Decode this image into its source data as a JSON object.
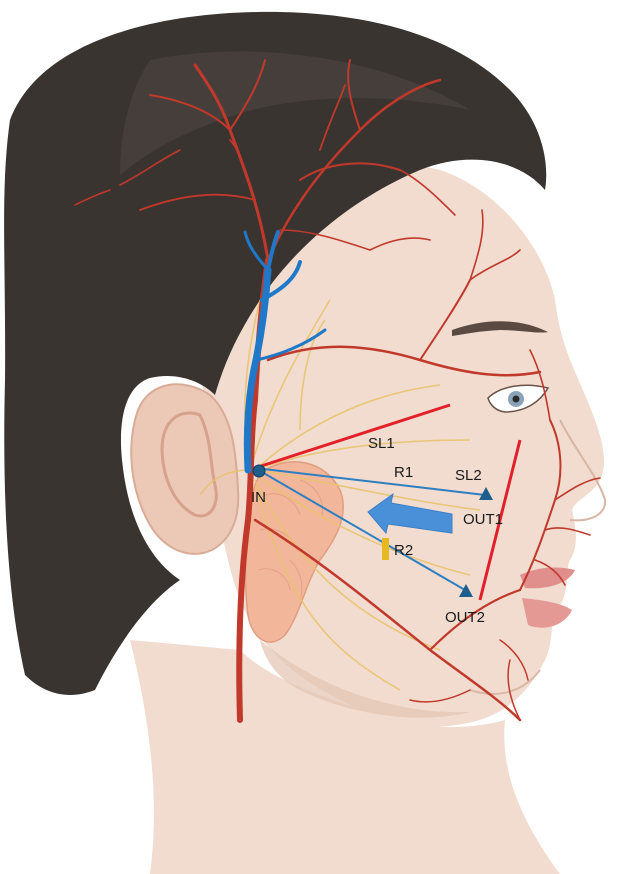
{
  "labels": {
    "sl1": "SL1",
    "sl2": "SL2",
    "r1": "R1",
    "r2": "R2",
    "in": "IN",
    "out1": "OUT1",
    "out2": "OUT2"
  },
  "colors": {
    "hair": "#3a3431",
    "skin": "#f1dccf",
    "skin_shadow": "#e3c3b2",
    "artery": "#c0392b",
    "vein": "#1f78c8",
    "nerve": "#e8c36a",
    "gland": "#f2b79b",
    "measure_red": "#e3202a",
    "measure_blue": "#2e7fc0",
    "arrow_blue": "#4a90d9",
    "marker_yellow": "#e8b820",
    "marker_navy": "#1e5e8c"
  },
  "icons": {
    "in_marker": "circle-marker",
    "out_marker": "triangle-marker",
    "direction": "arrow-left"
  }
}
